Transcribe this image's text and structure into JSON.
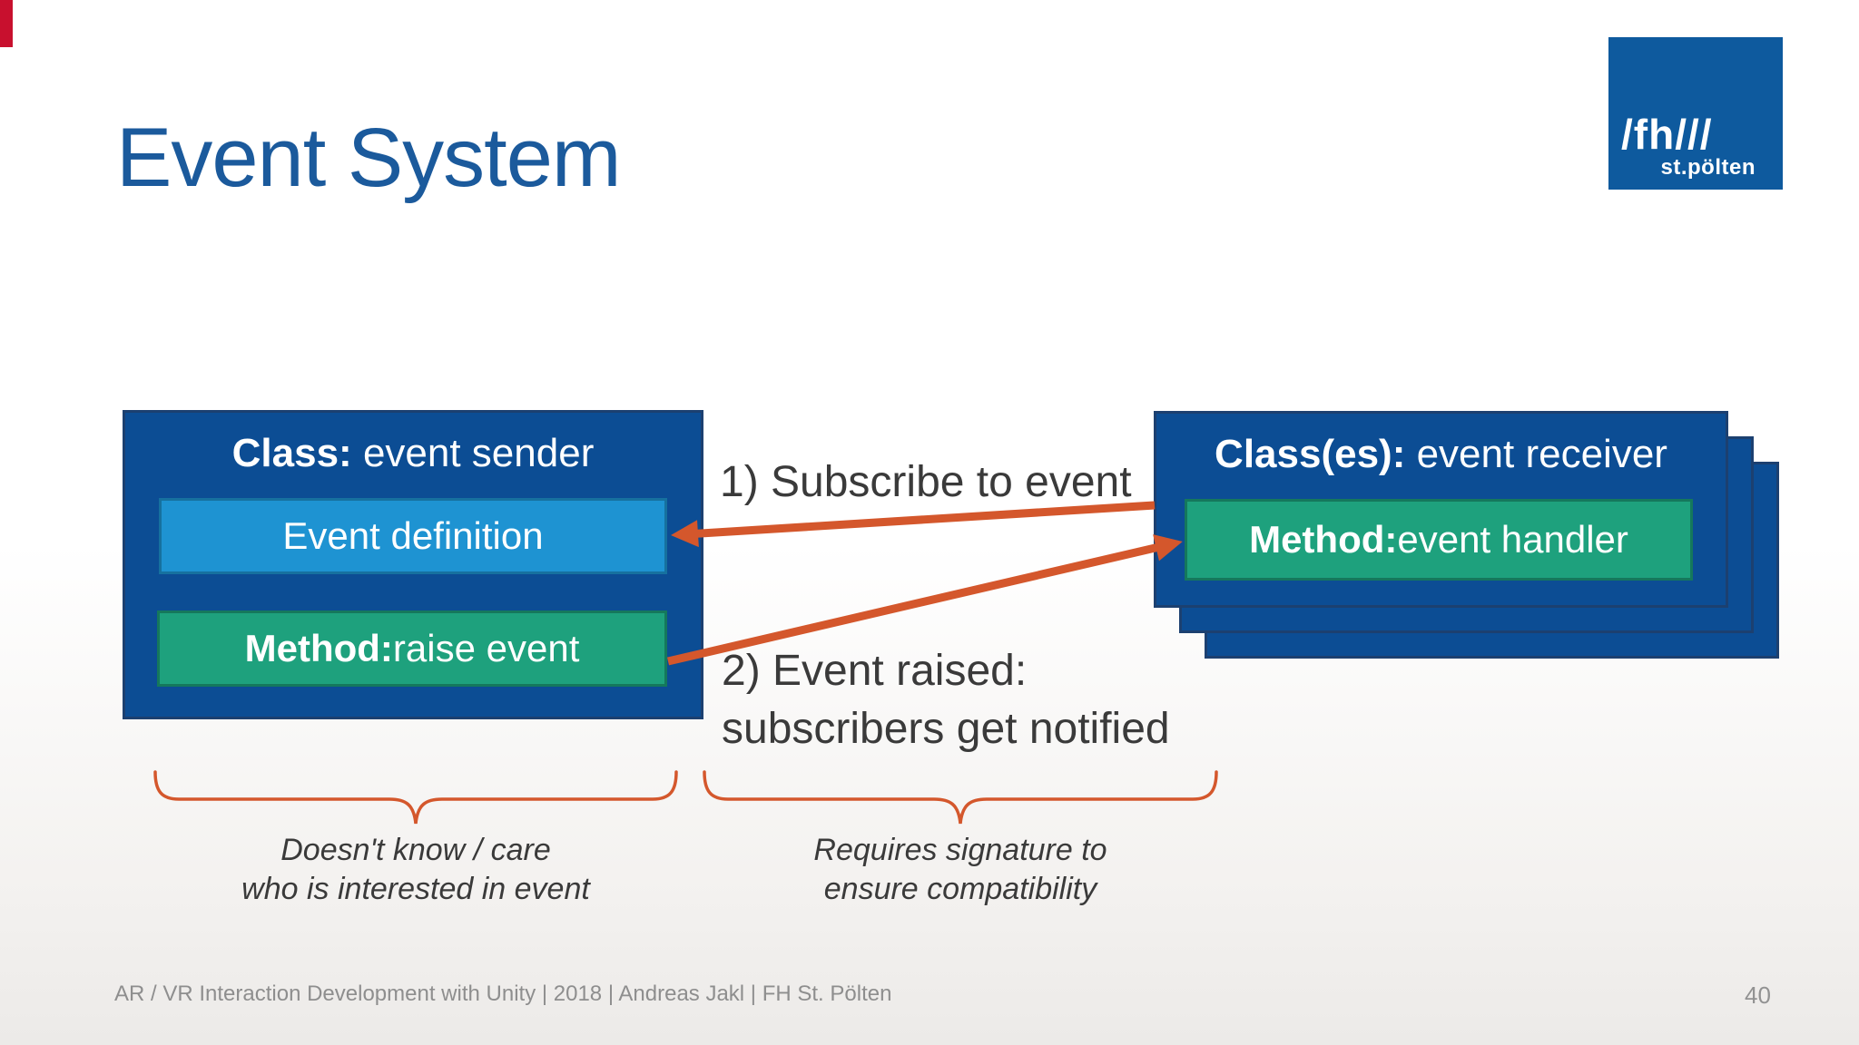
{
  "slide": {
    "title": "Event System",
    "footer": "AR / VR Interaction Development with Unity | 2018 | Andreas Jakl | FH St. Pölten",
    "page_number": "40"
  },
  "logo": {
    "fh": "/fh///",
    "city": "st.pölten"
  },
  "diagram": {
    "sender": {
      "header_bold": "Class:",
      "header_rest": " event sender",
      "event_definition_label": "Event definition",
      "method_bold": "Method:",
      "method_rest": " raise event"
    },
    "receiver": {
      "header_bold": "Class(es):",
      "header_rest": " event receiver",
      "method_bold": "Method:",
      "method_rest": " event handler"
    },
    "labels": {
      "subscribe": "1) Subscribe to event",
      "raised_line1": "2) Event raised:",
      "raised_line2": "subscribers get notified"
    },
    "captions": {
      "left_line1": "Doesn't know / care",
      "left_line2": "who is interested in event",
      "right_line1": "Requires signature to",
      "right_line2": "ensure compatibility"
    }
  },
  "colors": {
    "accent_red": "#C8102E",
    "title_blue": "#1B5A9C",
    "box_blue": "#0C4D94",
    "box_blue_border": "#1C4070",
    "event_blue": "#1E93D2",
    "event_blue_border": "#16719F",
    "method_green": "#1EA17D",
    "method_green_border": "#15785C",
    "arrow_orange": "#D4572C",
    "logo_blue": "#0E5A9E",
    "label_dark": "#3A3A3A",
    "footer_gray": "#8E8E8E"
  }
}
